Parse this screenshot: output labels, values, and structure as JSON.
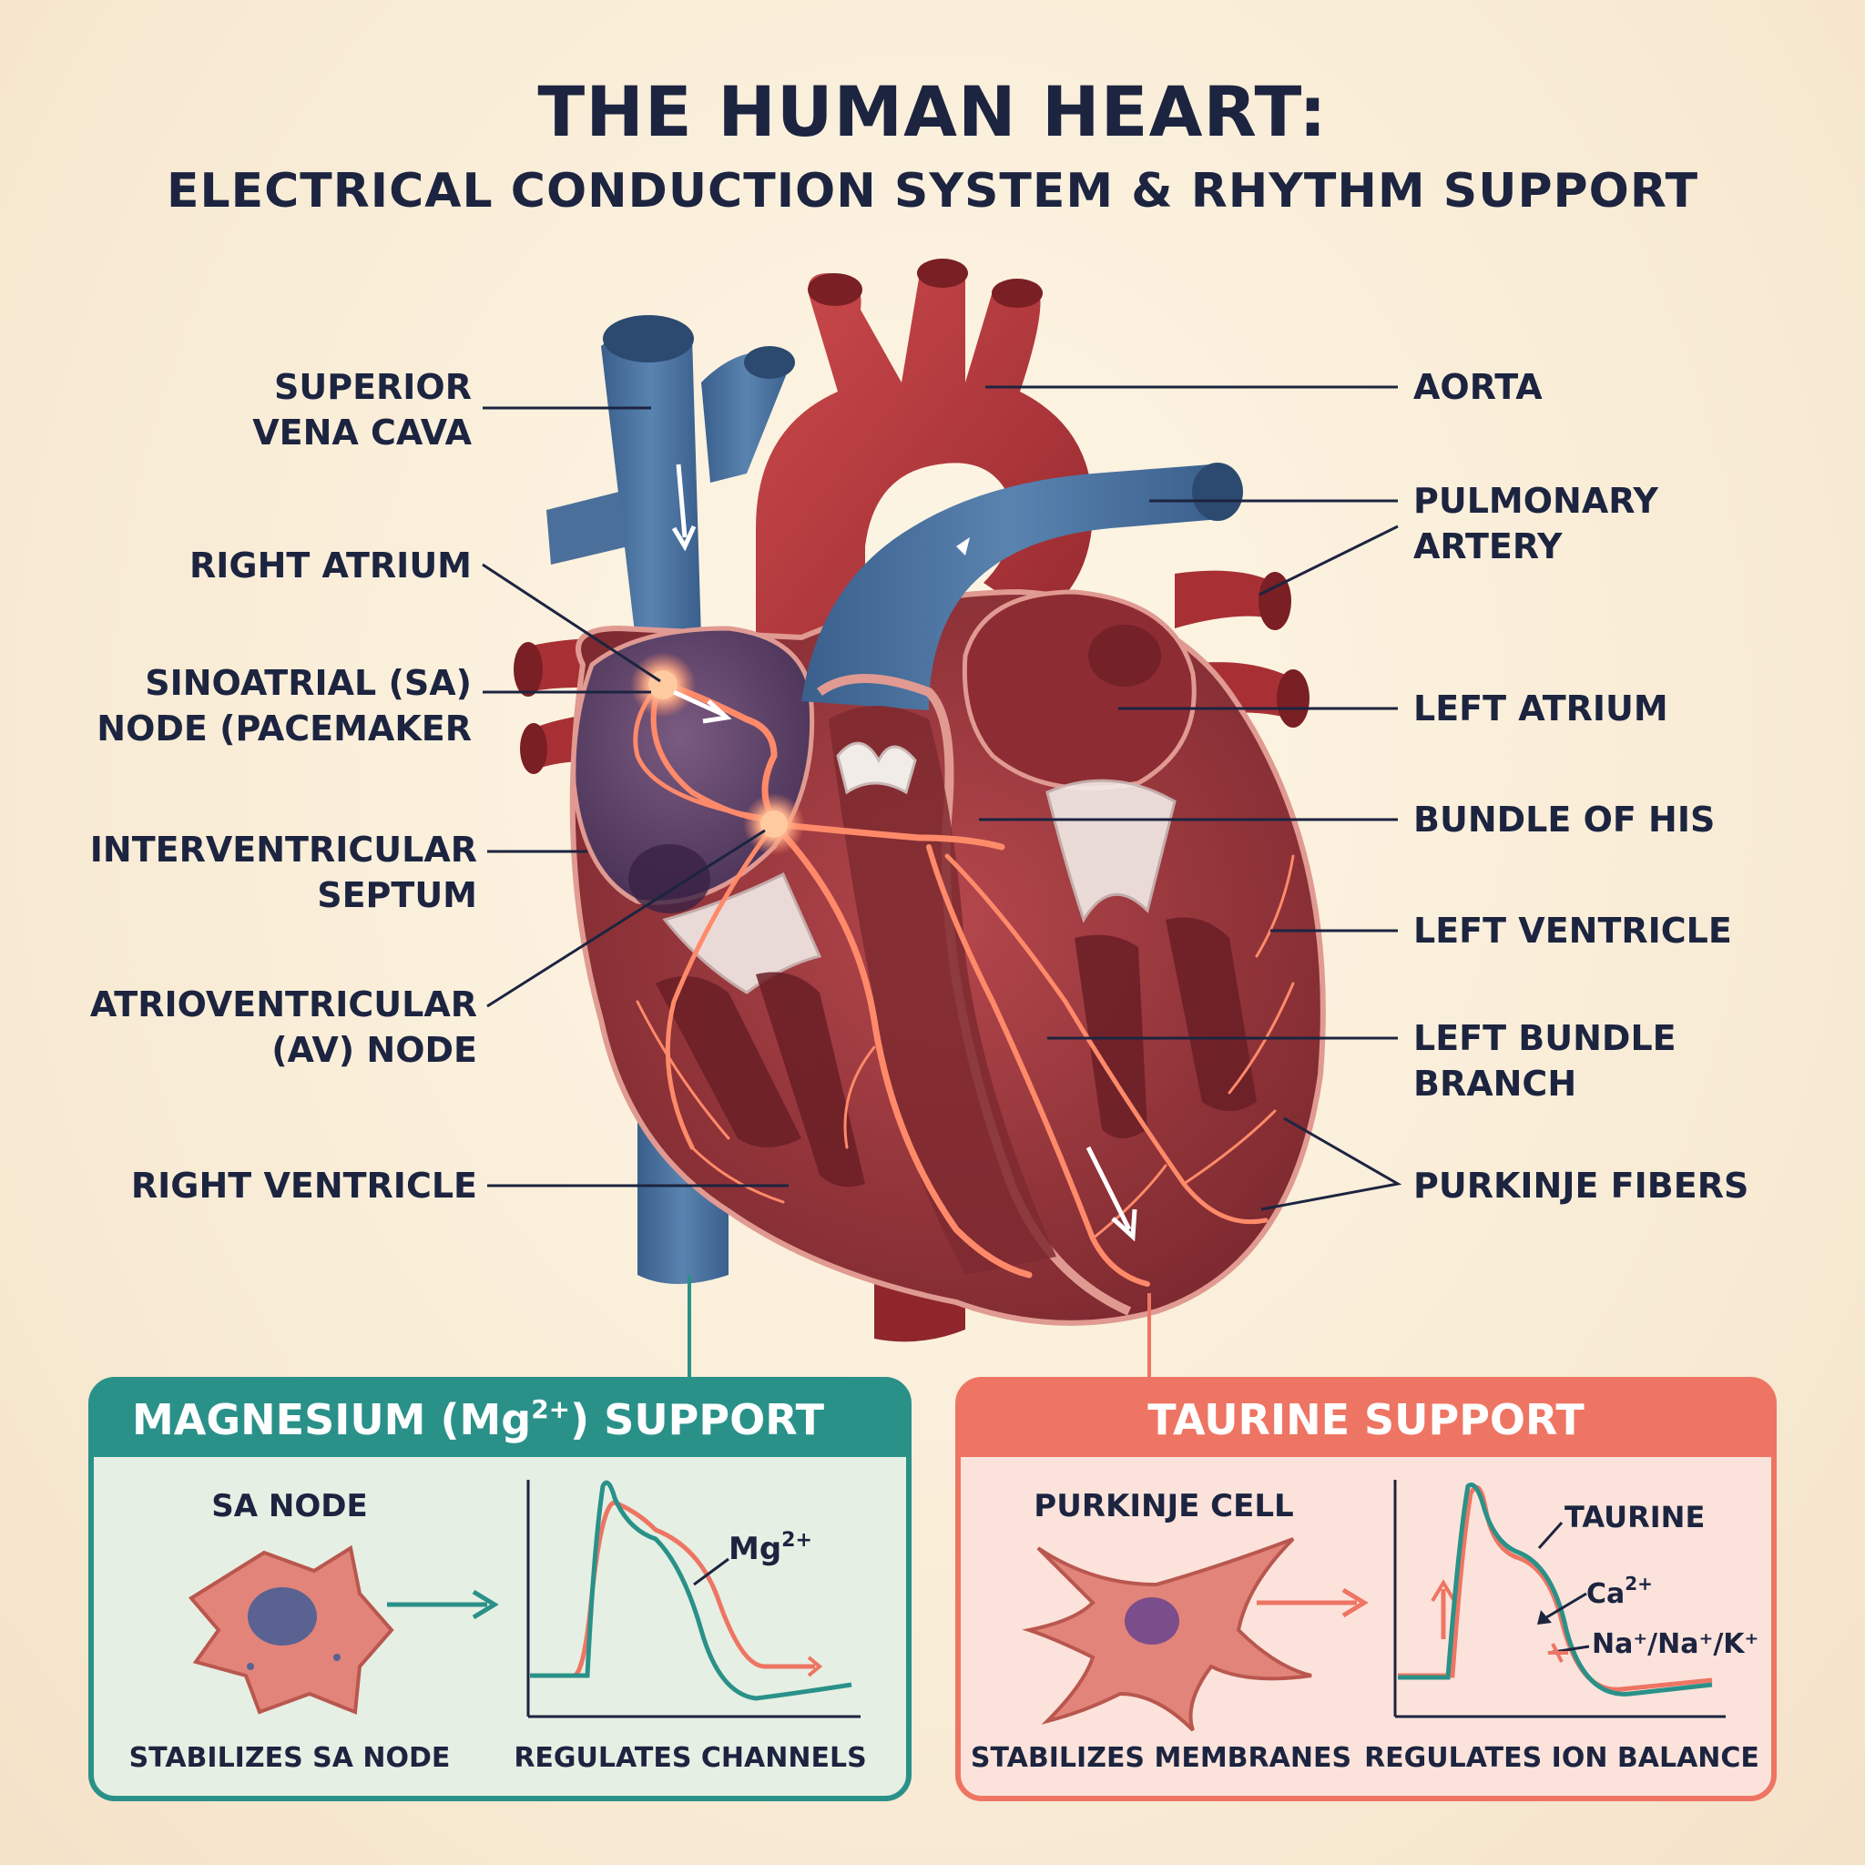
{
  "title": {
    "line1": "THE HUMAN HEART:",
    "line2": "ELECTRICAL CONDUCTION SYSTEM & RHYTHM SUPPORT"
  },
  "labels": {
    "superior_vena_cava": [
      "SUPERIOR",
      "VENA CAVA"
    ],
    "right_atrium": [
      "RIGHT ATRIUM"
    ],
    "sa_node": [
      "SINOATRIAL (SA)",
      "NODE (PACEMAKER"
    ],
    "interventricular_septum": [
      "INTERVENTRICULAR",
      "SEPTUM"
    ],
    "av_node": [
      "ATRIOVENTRICULAR",
      "(AV) NODE"
    ],
    "right_ventricle": [
      "RIGHT VENTRICLE"
    ],
    "aorta": [
      "AORTA"
    ],
    "pulmonary_artery": [
      "PULMONARY",
      "ARTERY"
    ],
    "left_atrium": [
      "LEFT ATRIUM"
    ],
    "bundle_of_his": [
      "BUNDLE OF HIS"
    ],
    "left_ventricle": [
      "LEFT VENTRICLE"
    ],
    "left_bundle_branch": [
      "LEFT BUNDLE",
      "BRANCH"
    ],
    "purkinje_fibers": [
      "PURKINJE FIBERS"
    ]
  },
  "magnesium_panel": {
    "title_prefix": "MAGNESIUM (Mg",
    "title_sup": "2+",
    "title_suffix": ") SUPPORT",
    "cell_label": "SA NODE",
    "graph_label": "Mg",
    "graph_label_sup": "2+",
    "caption_left": "STABILIZES SA NODE",
    "caption_right": "REGULATES CHANNELS",
    "color": "#2a9189"
  },
  "taurine_panel": {
    "title": "TAURINE SUPPORT",
    "cell_label": "PURKINJE CELL",
    "graph_label_taurine": "TAURINE",
    "graph_label_ca": "Ca",
    "graph_label_ca_sup": "2+",
    "graph_label_ions": "Na⁺/Na⁺/K⁺",
    "caption_left": "STABILIZES MEMBRANES",
    "caption_right": "REGULATES ION BALANCE",
    "color": "#ee7563"
  },
  "colors": {
    "vein_blue": "#4a6f9a",
    "artery_red": "#b8363a",
    "muscle": "#9c3a3f",
    "conduction": "#ff8a6a",
    "text": "#1c2440"
  }
}
